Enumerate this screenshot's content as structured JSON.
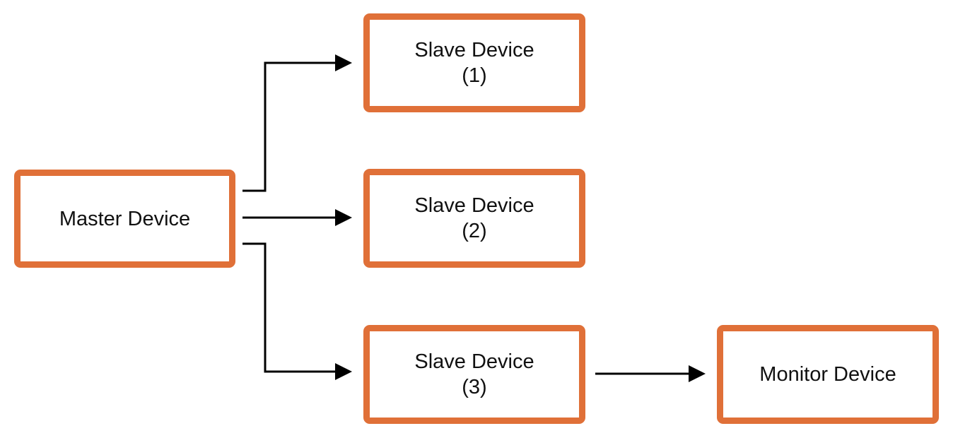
{
  "diagram": {
    "colors": {
      "node_border": "#e07038",
      "connector": "#000000",
      "text": "#111111",
      "background": "#ffffff"
    },
    "nodes": {
      "master": {
        "line1": "Master Device"
      },
      "slave1": {
        "line1": "Slave Device",
        "line2": "(1)"
      },
      "slave2": {
        "line1": "Slave Device",
        "line2": "(2)"
      },
      "slave3": {
        "line1": "Slave Device",
        "line2": "(3)"
      },
      "monitor": {
        "line1": "Monitor Device"
      }
    },
    "edges": [
      {
        "from": "master",
        "to": "slave1"
      },
      {
        "from": "master",
        "to": "slave2"
      },
      {
        "from": "master",
        "to": "slave3"
      },
      {
        "from": "slave3",
        "to": "monitor"
      }
    ]
  }
}
